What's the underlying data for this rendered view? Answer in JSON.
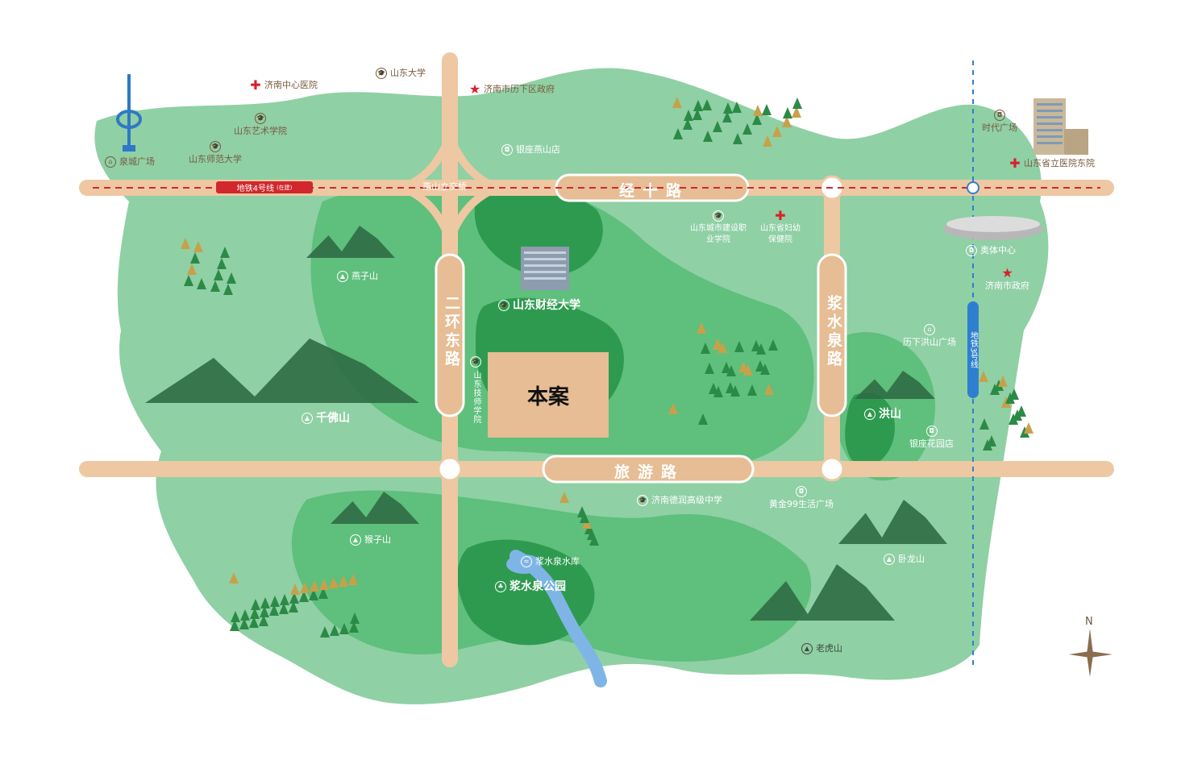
{
  "colors": {
    "road": "#edc8a2",
    "road_label_box": "#e6bd94",
    "green_light": "#8fd0a5",
    "green_mid": "#5fbf7c",
    "green_dark": "#2e9a4f",
    "water": "#7fb5e6",
    "metro_line_4": "#d1272d",
    "metro_line_3": "#2f7fd0",
    "government_star": "#d8222b",
    "hospital_cross": "#d8222b"
  },
  "project": {
    "label": "本案"
  },
  "roads": {
    "jingshi": "经十路",
    "lvyou": "旅游路",
    "erhuan_east": "二环东路",
    "jiangshuiquan": "浆水泉路",
    "overpass": "燕山立交桥"
  },
  "metro": {
    "line4": {
      "label": "地铁4号线",
      "note": "(在建)"
    },
    "line3": {
      "label": "地铁3号线"
    }
  },
  "pois": {
    "shandong_university": "山东大学",
    "jinan_central_hospital": "济南中心医院",
    "lixia_district_government": "济南市历下区政府",
    "shandong_arts_institute": "山东艺术学院",
    "quancheng_square": "泉城广场",
    "shandong_normal_university": "山东师范大学",
    "yinzuo_yanshan": "银座燕山店",
    "shidai_square": "时代广场",
    "provincial_hospital_east": "山东省立医院东院",
    "urban_construction_college": "山东城市建设职业学院",
    "maternal_child_hospital": "山东省妇幼保健院",
    "olympic_center": "奥体中心",
    "jinan_government": "济南市政府",
    "yanzi_mountain": "燕子山",
    "shandong_finance_university": "山东财经大学",
    "shandong_technician_college": "山东技师学院",
    "lixia_hongshan_square": "历下洪山广场",
    "qianfo_mountain": "千佛山",
    "hong_mountain": "洪山",
    "yinzuo_garden": "银座花园店",
    "dezhun_high_school": "济南德润高级中学",
    "huangjin_99": "黄金99生活广场",
    "hou_mountain": "猴子山",
    "jiangshuiquan_reservoir": "浆水泉水库",
    "jiangshuiquan_park": "浆水泉公园",
    "wolong_mountain": "卧龙山",
    "laohu_mountain": "老虎山"
  },
  "compass": {
    "north": "N"
  }
}
